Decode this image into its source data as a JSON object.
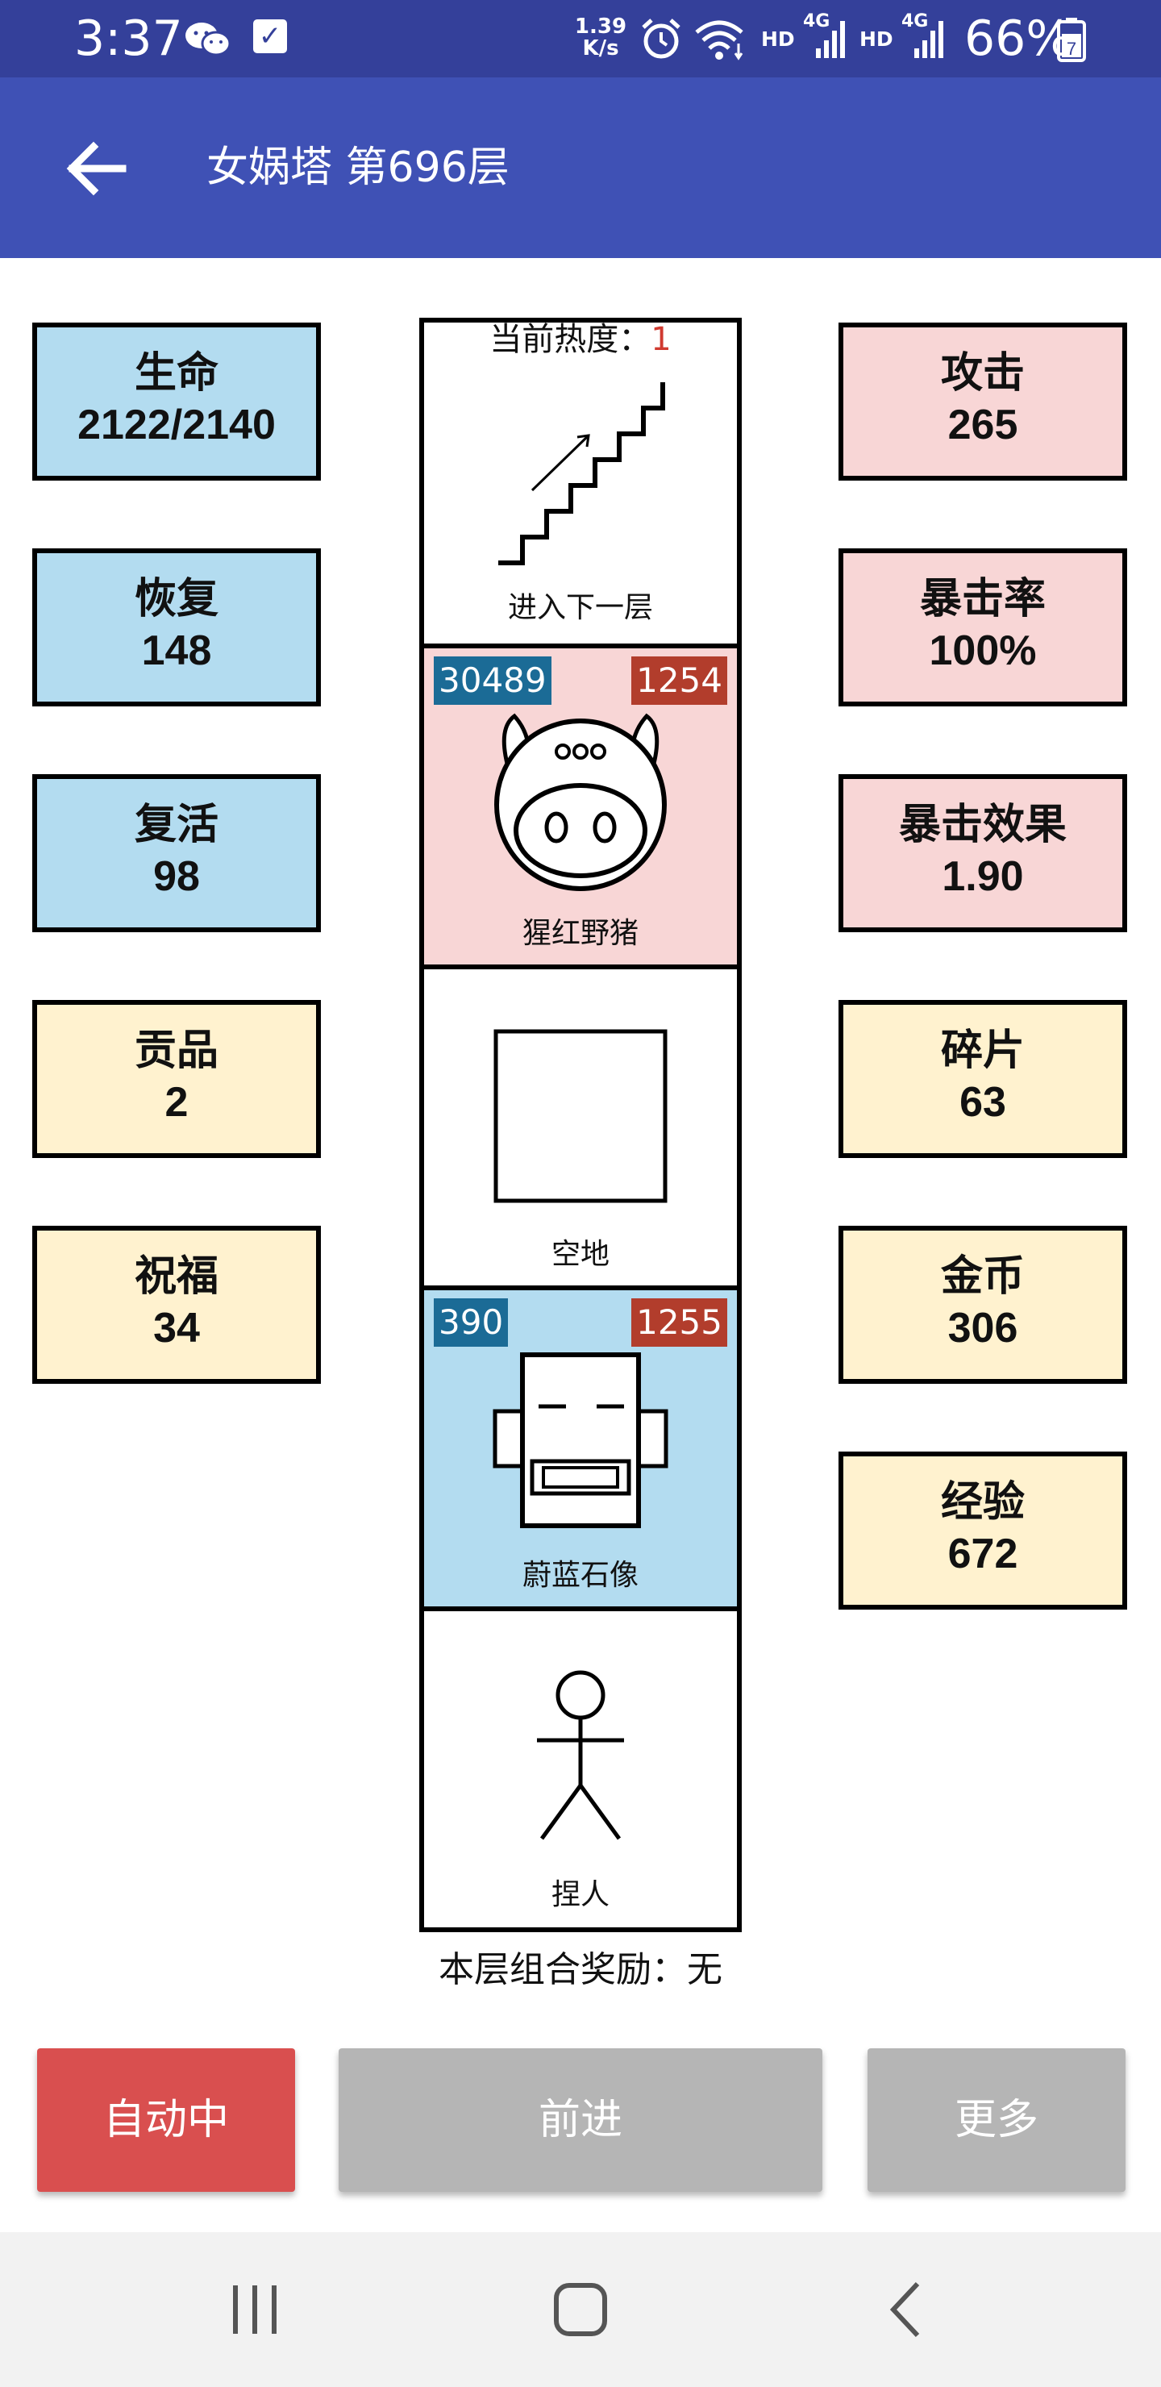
{
  "status_bar": {
    "time": "3:37",
    "net_speed_value": "1.39",
    "net_speed_unit": "K/s",
    "network_1": "HD",
    "network_1_type": "4G",
    "network_2": "HD",
    "network_2_type": "4G",
    "battery": "66%",
    "battery_icon_text": "7"
  },
  "app_bar": {
    "title": "女娲塔 第696层"
  },
  "left_stats": [
    {
      "label": "生命",
      "value": "2122/2140",
      "color": "#b3dcf0"
    },
    {
      "label": "恢复",
      "value": "148",
      "color": "#b3dcf0"
    },
    {
      "label": "复活",
      "value": "98",
      "color": "#b3dcf0"
    },
    {
      "label": "贡品",
      "value": "2",
      "color": "#fff2cf"
    },
    {
      "label": "祝福",
      "value": "34",
      "color": "#fff2cf"
    }
  ],
  "right_stats": [
    {
      "label": "攻击",
      "value": "265",
      "color": "#f8d6d6"
    },
    {
      "label": "暴击率",
      "value": "100%",
      "color": "#f8d6d6"
    },
    {
      "label": "暴击效果",
      "value": "1.90",
      "color": "#f8d6d6"
    },
    {
      "label": "碎片",
      "value": "63",
      "color": "#fff2cf"
    },
    {
      "label": "金币",
      "value": "306",
      "color": "#fff2cf"
    },
    {
      "label": "经验",
      "value": "672",
      "color": "#fff2cf"
    }
  ],
  "tower": {
    "heat_label": "当前热度：",
    "heat_value": "1",
    "cells": [
      {
        "name": "进入下一层",
        "icon": "stairs-icon"
      },
      {
        "name": "猩红野猪",
        "icon": "boar-icon",
        "hp": "30489",
        "attack": "1254",
        "color": "#f8d6d6"
      },
      {
        "name": "空地",
        "icon": "empty-square-icon"
      },
      {
        "name": "蔚蓝石像",
        "icon": "stone-statue-icon",
        "hp": "390",
        "attack": "1255",
        "color": "#b3dcf0"
      },
      {
        "name": "捏人",
        "icon": "stick-figure-icon"
      }
    ]
  },
  "reward": "本层组合奖励：无",
  "buttons": {
    "auto": "自动中",
    "forward": "前进",
    "more": "更多"
  },
  "colors": {
    "status_bar": "#34409a",
    "app_bar": "#3f51b5",
    "hp_tag": "#1b6b96",
    "attack_tag": "#b23d2c",
    "auto_button": "#d94f4f",
    "disabled_button": "#b5b5b5"
  }
}
